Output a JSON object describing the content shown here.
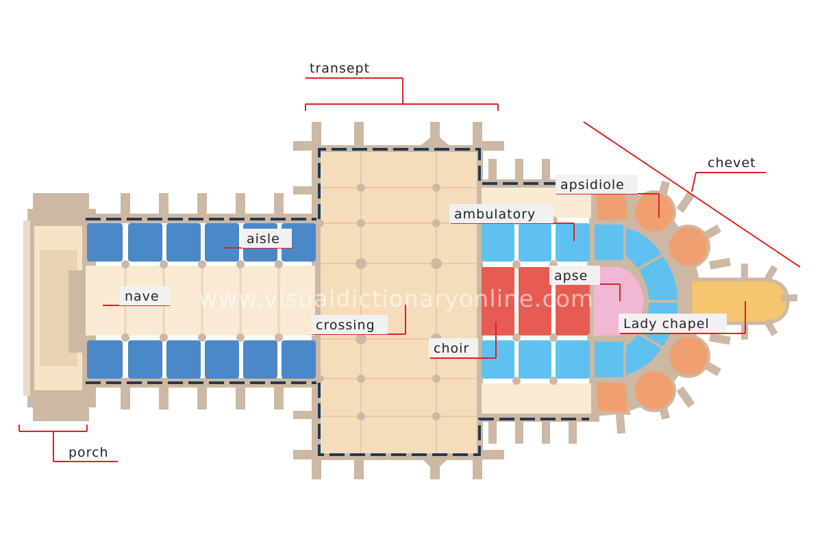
{
  "diagram": {
    "labels": {
      "transept": "transept",
      "chevet": "chevet",
      "apsidiole": "apsidiole",
      "ambulatory": "ambulatory",
      "aisle": "aisle",
      "apse": "apse",
      "nave": "nave",
      "crossing": "crossing",
      "lady_chapel": "Lady chapel",
      "choir": "choir",
      "porch": "porch"
    },
    "watermark": "www.visualdictionaryonline.com"
  },
  "colors": {
    "stone": "#cdb8a3",
    "stone_dark": "#b8a08a",
    "aisle": "#4b88c8",
    "nave": "#f8ead3",
    "crossing": "#f5ddbc",
    "ambulatory": "#5fc1ef",
    "choir": "#e65c52",
    "apse": "#f2b7d3",
    "chapel": "#f0a070",
    "lady_chapel": "#f5c56f",
    "wall_line": "#1e3b55",
    "leader": "#e02020"
  }
}
